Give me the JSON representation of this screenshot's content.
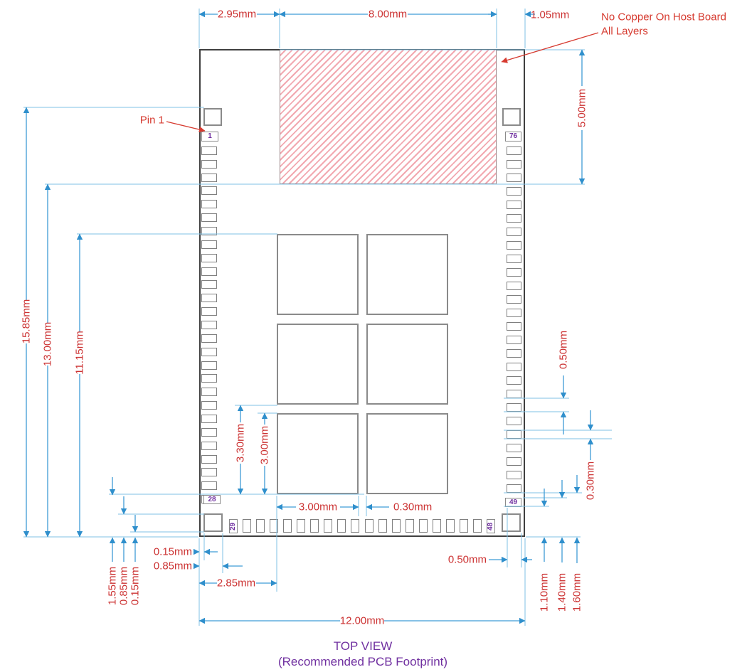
{
  "title": {
    "line1": "TOP VIEW",
    "line2": "(Recommended PCB Footprint)"
  },
  "annotations": {
    "pin1": "Pin 1",
    "no_copper_line1": "No Copper On Host Board",
    "no_copper_line2": "All Layers"
  },
  "pin_labels": {
    "p1": "1",
    "p28": "28",
    "p29": "29",
    "p48": "48",
    "p49": "49",
    "p76": "76"
  },
  "dims": {
    "d295": "2.95mm",
    "d800": "8.00mm",
    "d105": "1.05mm",
    "d500": "5.00mm",
    "d050p": "0.50mm",
    "d030p": "0.30mm",
    "d1585": "15.85mm",
    "d1300": "13.00mm",
    "d1115": "11.15mm",
    "d330": "3.30mm",
    "d300v": "3.00mm",
    "d300h": "3.00mm",
    "d030g": "0.30mm",
    "d015": "0.15mm",
    "d085": "0.85mm",
    "d285": "2.85mm",
    "d155v": "1.55mm",
    "d085v": "0.85mm",
    "d015v": "0.15mm",
    "d050b": "0.50mm",
    "d110v": "1.10mm",
    "d140v": "1.40mm",
    "d160v": "1.60mm",
    "d1200": "12.00mm"
  },
  "colors": {
    "extension_line": "#7fc1e6",
    "dimension_line": "#3e9cd6",
    "dimension_text": "#cc3333",
    "leader_red": "#d63a2f",
    "pin_purple": "#7030a0",
    "hatch_pink": "#f2a9b1",
    "module_border": "#3f3f3f",
    "pad_border": "#7f7f7f"
  }
}
